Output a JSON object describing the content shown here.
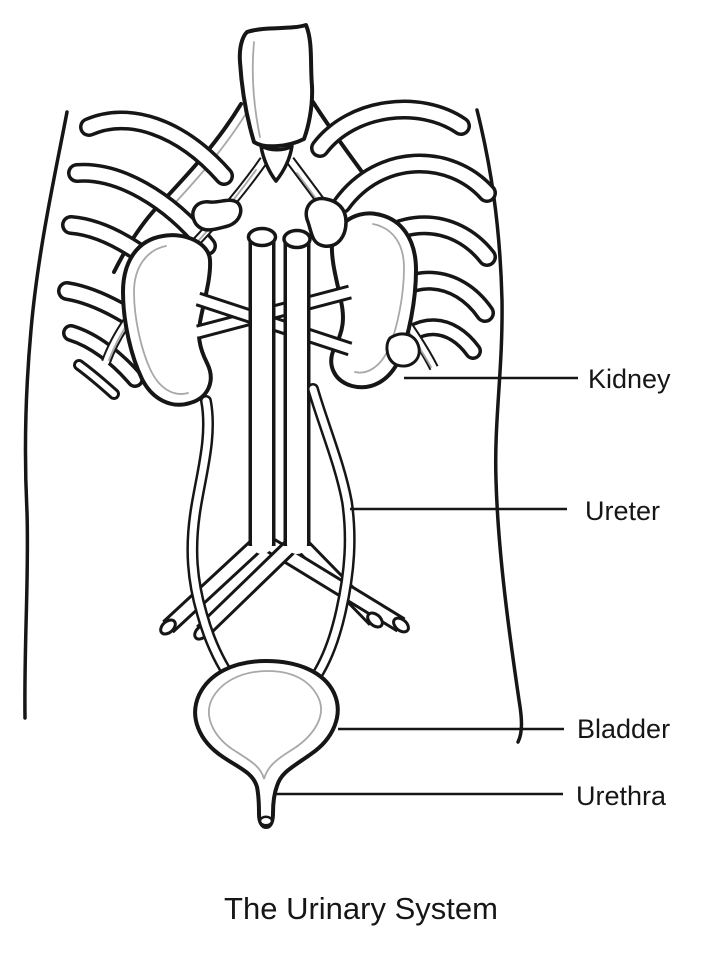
{
  "figure": {
    "title": "The Urinary System",
    "description": "Line-art anatomical diagram of the human urinary system inside a torso with rib cage"
  },
  "labels": [
    {
      "id": "kidney",
      "text": "Kidney"
    },
    {
      "id": "ureter",
      "text": "Ureter"
    },
    {
      "id": "bladder",
      "text": "Bladder"
    },
    {
      "id": "urethra",
      "text": "Urethra"
    }
  ],
  "colors": {
    "ink": "#161616",
    "secondary_line": "#a8a8a8",
    "background": "#ffffff"
  }
}
